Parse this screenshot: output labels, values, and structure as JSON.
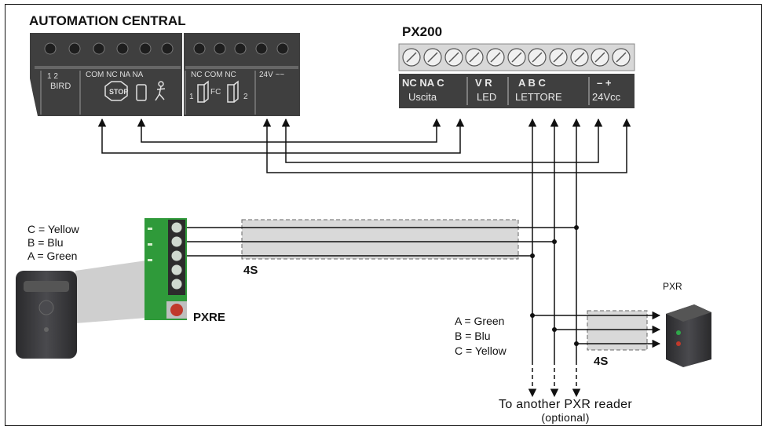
{
  "automation_central": {
    "title": "AUTOMATION  CENTRAL",
    "terminals": {
      "bird_nums": "1      2",
      "bird": "BIRD",
      "com_nc_na_na": "COM  NC      NA     NA",
      "stop": "STOP",
      "fc": "NC  COM  NC",
      "fc_label": "FC",
      "fc_nums_left": "1",
      "fc_nums_right": "2",
      "power": "24V  ~~"
    }
  },
  "px200": {
    "title": "PX200",
    "groups": [
      {
        "top": "NC NA C",
        "bottom": "Uscita"
      },
      {
        "top": "V   R",
        "bottom": "LED"
      },
      {
        "top": "A   B   C",
        "bottom": "LETTORE"
      },
      {
        "top": "–    +",
        "bottom": "24Vcc"
      }
    ]
  },
  "pxre": {
    "wires": [
      "C = Yellow",
      "B = Blu",
      "A = Green"
    ],
    "cable_label": "4S",
    "name": "PXRE"
  },
  "pxr": {
    "name": "PXR",
    "wires": [
      "A = Green",
      "B = Blu",
      "C = Yellow"
    ],
    "cable_label": "4S"
  },
  "footer": {
    "line1": "To another  PXR  reader",
    "line2": "(optional)"
  },
  "colors": {
    "line": "#111111",
    "terminal_block": "#3f3f3f",
    "terminal_light": "#d8d8d8",
    "cable_fill": "#d9d9d9",
    "pcb_green": "#2f9a3a",
    "button_red": "#c0392b",
    "reader_body": "#3a3a3c"
  }
}
